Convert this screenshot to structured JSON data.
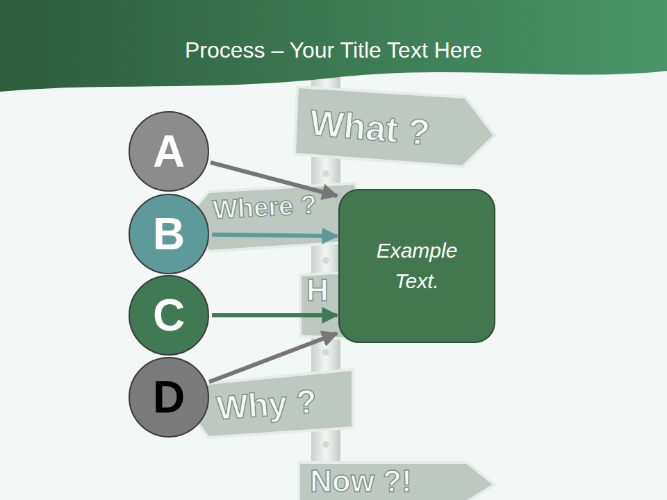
{
  "diagram": {
    "title": "Process – Your Title Text Here",
    "nodes": [
      {
        "text": [
          "A"
        ]
      },
      {
        "text": [
          "B"
        ]
      },
      {
        "text": [
          "C"
        ]
      },
      {
        "text": [
          "D"
        ]
      },
      {
        "text": [
          "Example Text."
        ]
      }
    ],
    "edges": [
      {
        "from": 0,
        "to": 4,
        "arrow": "to"
      },
      {
        "from": 1,
        "to": 4,
        "arrow": "to"
      },
      {
        "from": 2,
        "to": 4,
        "arrow": "to"
      },
      {
        "from": 3,
        "to": 4,
        "arrow": "to"
      }
    ],
    "labels": [
      "What ?",
      "Where ?",
      "H",
      "Why ?",
      "Now ?!"
    ]
  }
}
